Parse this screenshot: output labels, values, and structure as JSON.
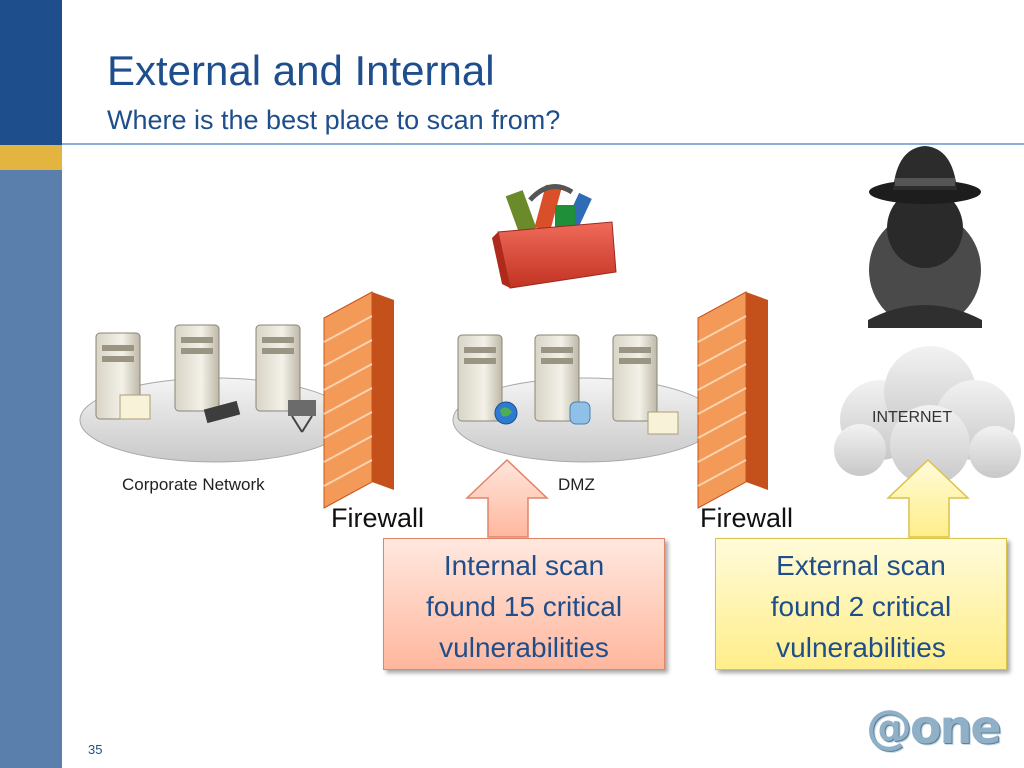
{
  "slide": {
    "title": "External and Internal",
    "subtitle": "Where is the best place to scan from?",
    "page_number": "35"
  },
  "diagram": {
    "corporate_label": "Corporate Network",
    "dmz_label": "DMZ",
    "firewall_left": "Firewall",
    "firewall_right": "Firewall",
    "internet_label": "INTERNET"
  },
  "callouts": {
    "internal": {
      "line1": "Internal scan",
      "line2": "found 15 critical",
      "line3": "vulnerabilities",
      "color": "#ffb79e"
    },
    "external": {
      "line1": "External scan",
      "line2": "found 2 critical",
      "line3": "vulnerabilities",
      "color": "#ffee8a"
    }
  },
  "logo": {
    "text": "@one"
  },
  "colors": {
    "accent": "#1f4e8c",
    "sidebar": "#5a7fad",
    "gold": "#e3b540"
  }
}
